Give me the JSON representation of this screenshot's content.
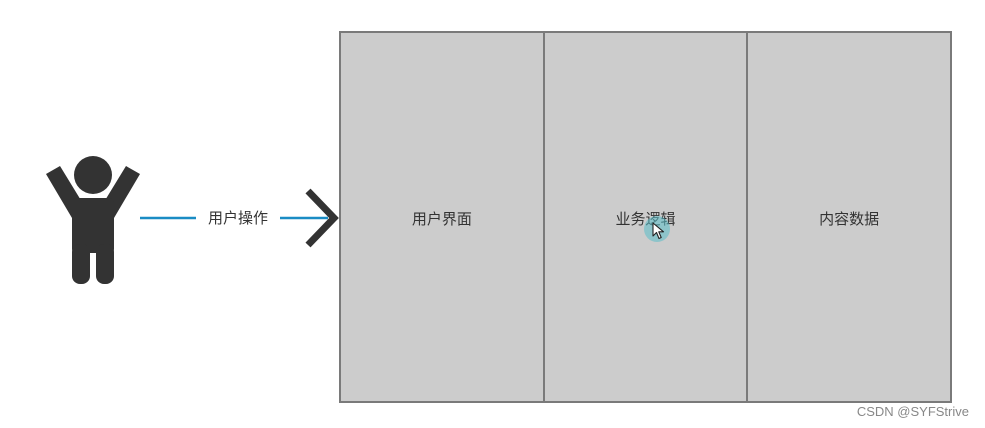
{
  "actor": {
    "icon": "person-arms-raised-icon",
    "color": "#333333"
  },
  "arrow": {
    "label": "用户操作",
    "line_color": "#1a8cc4",
    "head_color": "#333333"
  },
  "panels": [
    {
      "label": "用户界面"
    },
    {
      "label": "业务逻辑"
    },
    {
      "label": "内容数据"
    }
  ],
  "colors": {
    "panel_fill": "#cccccc",
    "panel_border": "#7a7a7a"
  },
  "cursor": {
    "icon": "mouse-pointer-icon"
  },
  "watermark": "CSDN @SYFStrive"
}
